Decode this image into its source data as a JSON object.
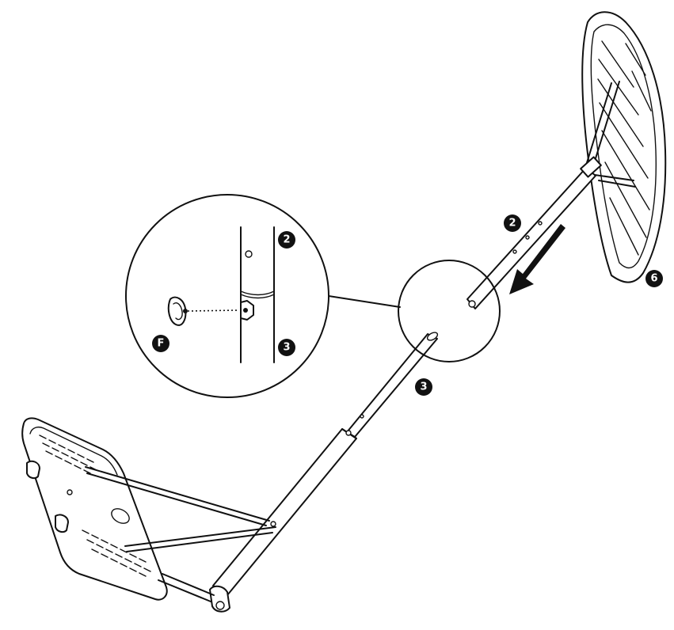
{
  "labels": {
    "upper_pole": "2",
    "lower_pole": "3",
    "backboard": "6",
    "fastener": "F"
  },
  "colors": {
    "ink": "#111111",
    "background": "#ffffff"
  }
}
